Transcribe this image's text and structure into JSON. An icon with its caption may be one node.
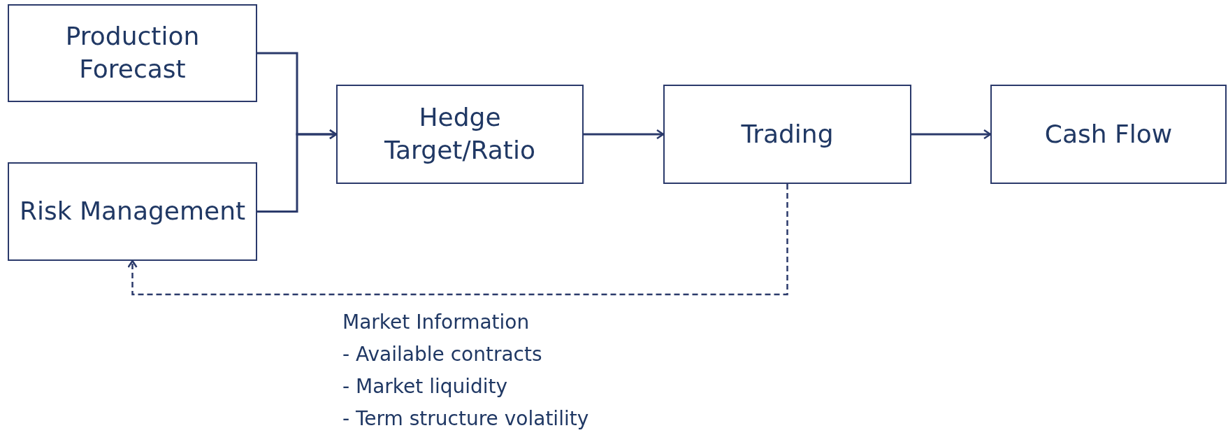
{
  "diagram": {
    "nodes": [
      {
        "text": [
          "Production Forecast"
        ]
      },
      {
        "text": [
          "Risk Management"
        ]
      },
      {
        "text": [
          "Hedge Target/Ratio"
        ]
      },
      {
        "text": [
          "Trading"
        ]
      },
      {
        "text": [
          "Cash Flow"
        ]
      }
    ],
    "edges": [
      {
        "from": 0,
        "to": 2,
        "arrow": "to"
      },
      {
        "from": 1,
        "to": 2,
        "arrow": "to"
      },
      {
        "from": 2,
        "to": 3,
        "arrow": "to"
      },
      {
        "from": 3,
        "to": 4,
        "arrow": "to"
      },
      {
        "from": 3,
        "to": 1,
        "arrow": "to",
        "style": "dashed"
      }
    ],
    "labels": [
      "Market Information",
      "- Available contracts",
      "- Market liquidity",
      "- Term structure volatility"
    ]
  }
}
